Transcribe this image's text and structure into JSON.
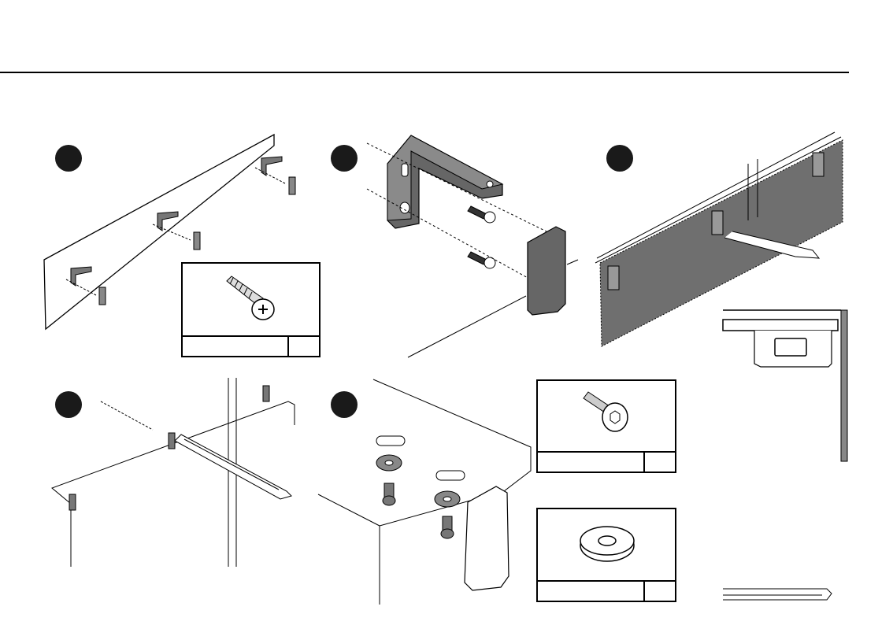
{
  "steps": [
    {
      "id": "step-1",
      "label": ""
    },
    {
      "id": "step-2",
      "label": ""
    },
    {
      "id": "step-3",
      "label": ""
    },
    {
      "id": "step-4",
      "label": ""
    },
    {
      "id": "step-5",
      "label": ""
    }
  ],
  "parts": [
    {
      "id": "wood-screw",
      "name": "",
      "qty": ""
    },
    {
      "id": "hex-bolt",
      "name": "",
      "qty": ""
    },
    {
      "id": "washer",
      "name": "",
      "qty": ""
    }
  ],
  "colors": {
    "ink": "#000000",
    "step_dot": "#1a1a1a",
    "panel_fill": "#6f6f6f",
    "bracket_fill": "#5a5a5a"
  }
}
